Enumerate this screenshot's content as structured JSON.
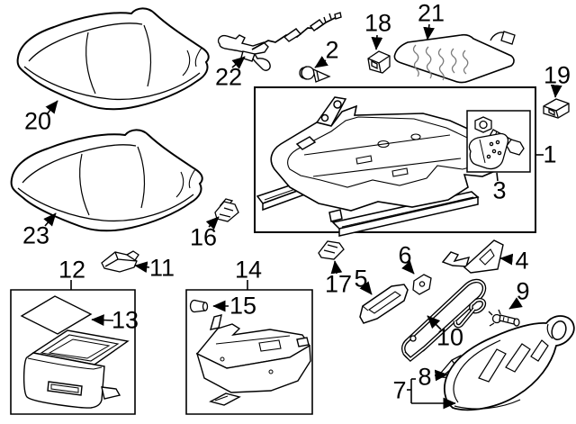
{
  "colors": {
    "background": "#ffffff",
    "line": "#000000",
    "heater_squiggle": "#7a7a7a"
  },
  "callouts": {
    "n1": "1",
    "n2": "2",
    "n3": "3",
    "n4": "4",
    "n5": "5",
    "n6": "6",
    "n7": "7",
    "n8": "8",
    "n9": "9",
    "n10": "10",
    "n11": "11",
    "n12": "12",
    "n13": "13",
    "n14": "14",
    "n15": "15",
    "n16": "16",
    "n17": "17",
    "n18": "18",
    "n19": "19",
    "n20": "20",
    "n21": "21",
    "n22": "22",
    "n23": "23"
  }
}
